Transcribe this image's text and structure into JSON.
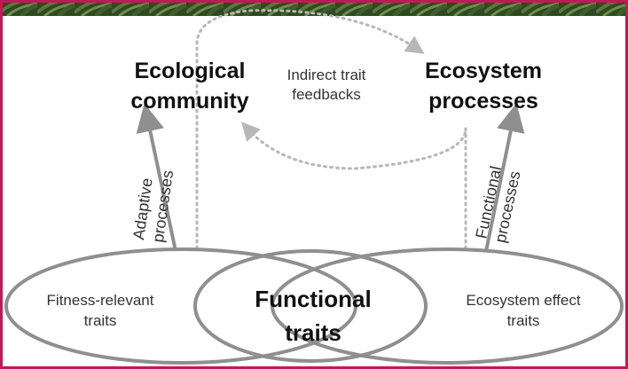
{
  "colors": {
    "frame_border": "#c2185b",
    "foliage_top": "#2e4a22",
    "outline_gray": "#8f8f8f",
    "dotted_gray": "#b7b7b7",
    "heading_text": "#111111",
    "body_text": "#333333",
    "page_bg": "#ffffff"
  },
  "nodes": {
    "ecological_community": {
      "line1": "Ecological",
      "line2": "community"
    },
    "ecosystem_processes": {
      "line1": "Ecosystem",
      "line2": "processes"
    },
    "functional_traits": {
      "line1": "Functional",
      "line2": "traits"
    },
    "fitness_relevant_traits": {
      "line1": "Fitness-relevant",
      "line2": "traits"
    },
    "ecosystem_effect_traits": {
      "line1": "Ecosystem effect",
      "line2": "traits"
    }
  },
  "links": {
    "indirect_trait_feedbacks": {
      "line1": "Indirect trait",
      "line2": "feedbacks"
    },
    "adaptive_processes": {
      "line1": "Adaptive",
      "line2": "processes"
    },
    "functional_processes": {
      "line1": "Functional",
      "line2": "processes"
    }
  },
  "icons": {
    "upper_strip": "foliage-strip",
    "left_arrow": "arrow-up",
    "right_arrow": "arrow-up",
    "top_curve_arrow": "arrow-right-curved",
    "bottom_curve_arrow": "arrow-left-curved"
  }
}
